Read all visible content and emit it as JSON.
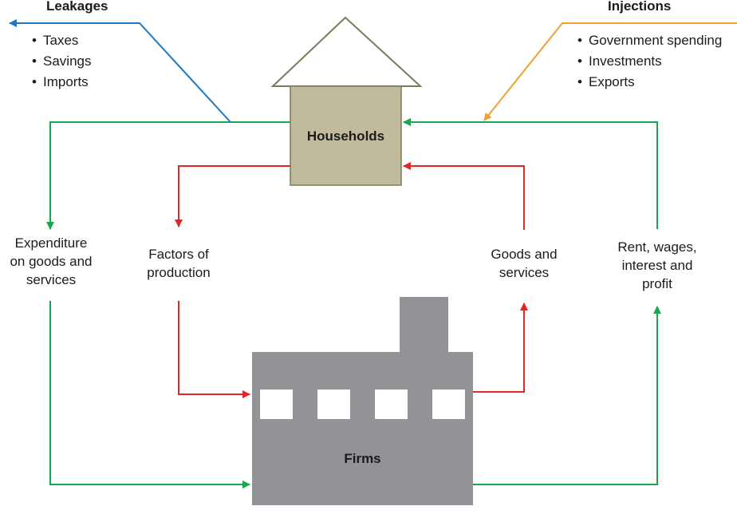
{
  "leakages": {
    "title": "Leakages",
    "items": [
      "Taxes",
      "Savings",
      "Imports"
    ]
  },
  "injections": {
    "title": "Injections",
    "items": [
      "Government spending",
      "Investments",
      "Exports"
    ]
  },
  "households": {
    "label": "Households"
  },
  "firms": {
    "label": "Firms"
  },
  "flows": {
    "expenditure": [
      "Expenditure",
      "on goods and",
      "services"
    ],
    "factors": [
      "Factors of",
      "production"
    ],
    "goods": [
      "Goods and",
      "services"
    ],
    "income": [
      "Rent, wages,",
      "interest and",
      "profit"
    ]
  },
  "colors": {
    "leakage_arrow": "#1e77c2",
    "injection_arrow": "#f0a030",
    "money_flow": "#1aa650",
    "real_flow": "#e0262b",
    "house_roof_stroke": "#7d7a5a",
    "house_body": "#c0bb9c",
    "factory": "#929397"
  }
}
